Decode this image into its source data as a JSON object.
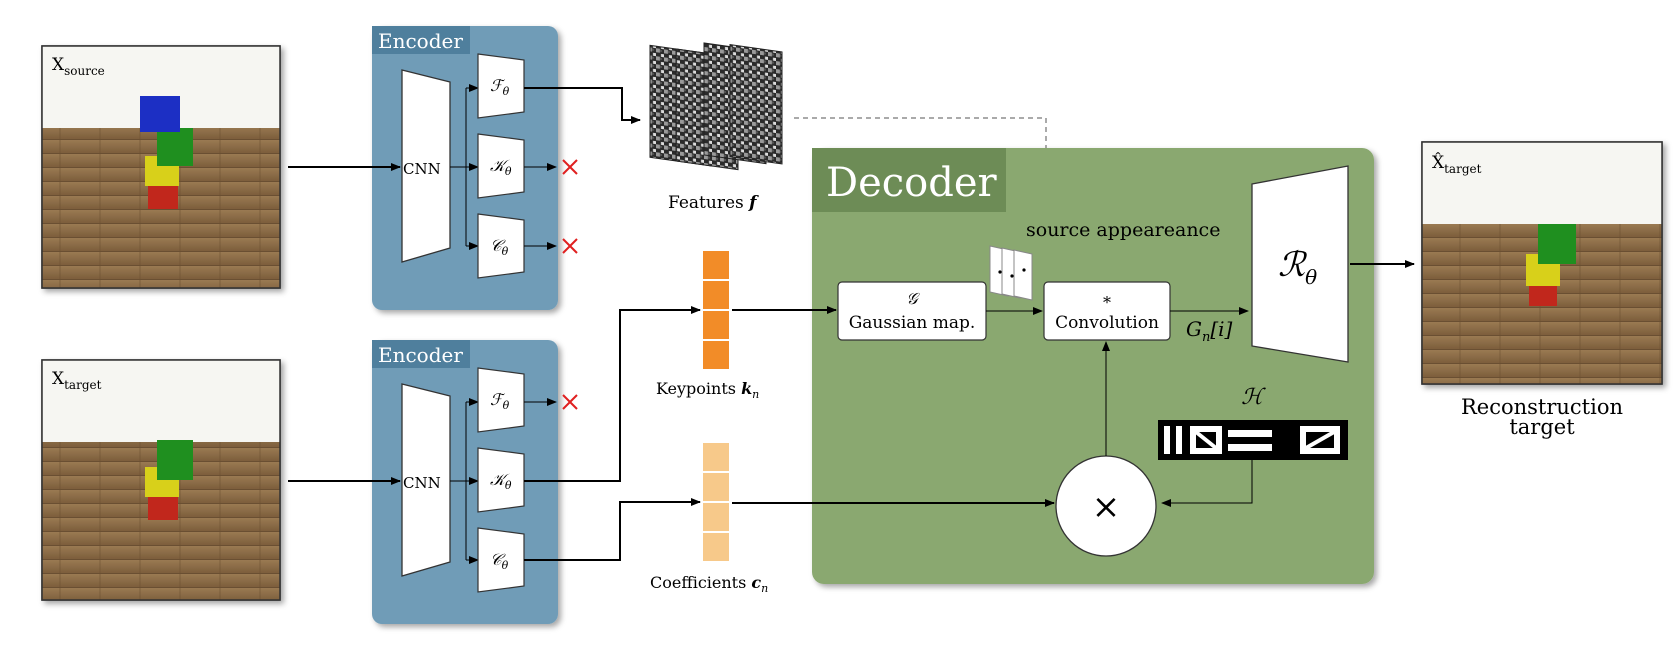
{
  "colors": {
    "encoder_bg": "#6f9cb7",
    "encoder_title_bg": "#4f7f9d",
    "decoder_bg": "#8aa870",
    "decoder_title_bg": "#6d8c56",
    "keypoints": "#f28c28",
    "coefficients": "#f7c98a",
    "red_x": "#e02020",
    "floor": "#8b6a45",
    "sky": "#f6f6f2"
  },
  "images": {
    "source": {
      "label_main": "X",
      "label_sub": "source"
    },
    "target": {
      "label_main": "X",
      "label_sub": "target"
    },
    "reconstruction": {
      "label_main": "X̂",
      "label_sub": "target",
      "caption_line1": "Reconstruction",
      "caption_line2": "target"
    }
  },
  "encoders": [
    {
      "title": "Encoder",
      "cnn_label": "CNN",
      "heads": [
        {
          "symbol": "ℱ",
          "sub": "θ",
          "output": "features"
        },
        {
          "symbol": "𝒦",
          "sub": "θ",
          "output": "discarded"
        },
        {
          "symbol": "𝒞",
          "sub": "θ",
          "output": "discarded"
        }
      ]
    },
    {
      "title": "Encoder",
      "cnn_label": "CNN",
      "heads": [
        {
          "symbol": "ℱ",
          "sub": "θ",
          "output": "discarded"
        },
        {
          "symbol": "𝒦",
          "sub": "θ",
          "output": "keypoints"
        },
        {
          "symbol": "𝒞",
          "sub": "θ",
          "output": "coefficients"
        }
      ]
    }
  ],
  "features": {
    "label": "Features",
    "symbol": "f"
  },
  "keypoints": {
    "label": "Keypoints",
    "symbol": "k",
    "sub": "n"
  },
  "coefficients": {
    "label": "Coefficients",
    "symbol": "c",
    "sub": "n"
  },
  "decoder": {
    "title": "Decoder",
    "source_appearance": "source appeareance",
    "gaussian": {
      "symbol": "𝒢",
      "label": "Gaussian map."
    },
    "convolution": {
      "symbol": "*",
      "label": "Convolution"
    },
    "gn": {
      "main": "G",
      "sub": "n",
      "bracket": "[i]"
    },
    "h_symbol": "ℋ",
    "multiply": "×",
    "renderer": {
      "symbol": "ℛ",
      "sub": "θ"
    }
  }
}
